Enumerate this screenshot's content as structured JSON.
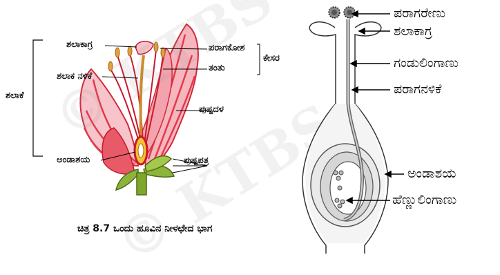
{
  "left_figure": {
    "labels": {
      "stigma": "ಶಲಾಕಾಗ್ರ",
      "anther": "ಪರಾಗಕೋಶ",
      "style": "ಶಲಾಕ ನಳಿಕೆ",
      "filament": "ತಂತು",
      "stamen": "ಕೇಸರ",
      "pistil": "ಶಲಾಕೆ",
      "petal": "ಪುಷ್ಪದಳ",
      "ovary": "ಅಂಡಾಶಯ",
      "sepal": "ಪುಷ್ಪಪತ್ರ"
    },
    "caption": "ಚಿತ್ರ 8.7 ಒಂದು ಹೂವಿನ ನೀಳಛೇದ ಭಾಗ",
    "watermark": "© KTBS"
  },
  "right_figure": {
    "labels": {
      "pollen_grain": "ಪರಾಗರೇಣು",
      "stigma": "ಶಲಾಕಾಗ್ರ",
      "male_gamete": "ಗಂಡುಲಿಂಗಾಣು",
      "pollen_tube": "ಪರಾಗನಳಿಕೆ",
      "ovary": "ಅಂಡಾಶಯ",
      "female_gamete": "ಹೆಣ್ಣುಲಿಂಗಾಣು"
    }
  },
  "colors": {
    "petal": "#e23a4a",
    "leaf": "#7fa72a",
    "stamen": "#d08a2a",
    "tube": "#555555"
  }
}
